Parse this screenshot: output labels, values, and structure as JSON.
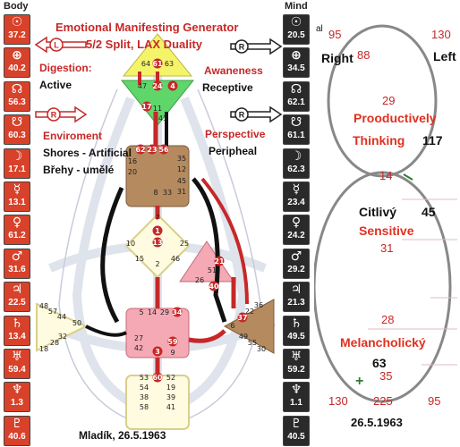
{
  "left_col_title": "Body",
  "right_col_title": "Mind",
  "body_planets": [
    {
      "icon": "sun-icon",
      "sym": "☉",
      "value": "37.2"
    },
    {
      "icon": "earth-icon",
      "sym": "⊕",
      "value": "40.2"
    },
    {
      "icon": "north-node-icon",
      "sym": "☊",
      "value": "56.3"
    },
    {
      "icon": "south-node-icon",
      "sym": "☋",
      "value": "60.3"
    },
    {
      "icon": "moon-icon",
      "sym": "☽",
      "value": "17.1"
    },
    {
      "icon": "mercury-icon",
      "sym": "☿",
      "value": "13.1"
    },
    {
      "icon": "venus-icon",
      "sym": "♀",
      "value": "61.2"
    },
    {
      "icon": "mars-icon",
      "sym": "♂",
      "value": "31.6"
    },
    {
      "icon": "jupiter-icon",
      "sym": "♃",
      "value": "22.5"
    },
    {
      "icon": "saturn-icon",
      "sym": "♄",
      "value": "13.4"
    },
    {
      "icon": "uranus-icon",
      "sym": "♅",
      "value": "59.4"
    },
    {
      "icon": "neptune-icon",
      "sym": "♆",
      "value": "1.3"
    },
    {
      "icon": "pluto-icon",
      "sym": "♇",
      "value": "40.6"
    }
  ],
  "mind_planets": [
    {
      "icon": "sun-icon",
      "sym": "☉",
      "value": "20.5"
    },
    {
      "icon": "earth-icon",
      "sym": "⊕",
      "value": "34.5"
    },
    {
      "icon": "north-node-icon",
      "sym": "☊",
      "value": "62.1"
    },
    {
      "icon": "south-node-icon",
      "sym": "☋",
      "value": "61.1"
    },
    {
      "icon": "moon-icon",
      "sym": "☽",
      "value": "62.3"
    },
    {
      "icon": "mercury-icon",
      "sym": "☿",
      "value": "23.4"
    },
    {
      "icon": "venus-icon",
      "sym": "♀",
      "value": "24.2"
    },
    {
      "icon": "mars-icon",
      "sym": "♂",
      "value": "29.2"
    },
    {
      "icon": "jupiter-icon",
      "sym": "♃",
      "value": "21.3"
    },
    {
      "icon": "saturn-icon",
      "sym": "♄",
      "value": "49.5"
    },
    {
      "icon": "uranus-icon",
      "sym": "♅",
      "value": "59.2"
    },
    {
      "icon": "neptune-icon",
      "sym": "♆",
      "value": "1.1"
    },
    {
      "icon": "pluto-icon",
      "sym": "♇",
      "value": "40.5"
    }
  ],
  "header": {
    "title": "Emotional Manifesting Generator",
    "subtitle": "5/2 Split, LAX Duality"
  },
  "variables": {
    "digestion_label": "Digestion:",
    "digestion_value": "Active",
    "awareness_label": "Awaneness",
    "awareness_value": "Receptive",
    "environment_label": "Enviroment",
    "environment_value1": "Shores - Artificial",
    "environment_value2": "Břehy - umělé",
    "perspective_label": "Perspective",
    "perspective_value": "Peripheal",
    "arrow_l": "L",
    "arrow_r": "R"
  },
  "bodygraph_caption": "Mladík, 26.5.1963",
  "right_panel": {
    "al_fragment": "al",
    "top_left_num": "95",
    "top_right_num": "130",
    "right_label": "Right",
    "left_label": "Left",
    "n88": "88",
    "n29": "29",
    "prod_label1": "Prooductively",
    "prod_label2": "Thinking",
    "prod_value": "117",
    "n14": "14",
    "citlivy": "Citlivý",
    "citlivy_value": "45",
    "sensitive": "Sensitive",
    "n31": "31",
    "n28": "28",
    "melan": "Melancholický",
    "melan_value": "63",
    "n35": "35",
    "bottom_left": "130",
    "bottom_mid": "225",
    "bottom_right": "95",
    "date": "26.5.1963"
  },
  "gates": {
    "head": [
      "64",
      "61",
      "63"
    ],
    "ajna": [
      "47",
      "24",
      "4",
      "17",
      "11",
      "43"
    ],
    "throat": [
      "62",
      "23",
      "56",
      "16",
      "20",
      "35",
      "12",
      "45",
      "31",
      "8",
      "33"
    ],
    "g": [
      "7",
      "1",
      "13",
      "10",
      "25",
      "15",
      "2",
      "46"
    ],
    "heart": [
      "21",
      "51",
      "26",
      "40"
    ],
    "sacral": [
      "5",
      "14",
      "29",
      "34",
      "59",
      "27",
      "42",
      "3",
      "9"
    ],
    "spleen": [
      "48",
      "57",
      "44",
      "50",
      "32",
      "28",
      "18"
    ],
    "solar": [
      "36",
      "22",
      "37",
      "6",
      "49",
      "55",
      "30"
    ],
    "root": [
      "53",
      "60",
      "52",
      "54",
      "19",
      "38",
      "39",
      "58",
      "41"
    ]
  },
  "colors": {
    "accent": "#c62828",
    "body_planet": "#d8412a",
    "mind_planet": "#2a2a2a"
  }
}
